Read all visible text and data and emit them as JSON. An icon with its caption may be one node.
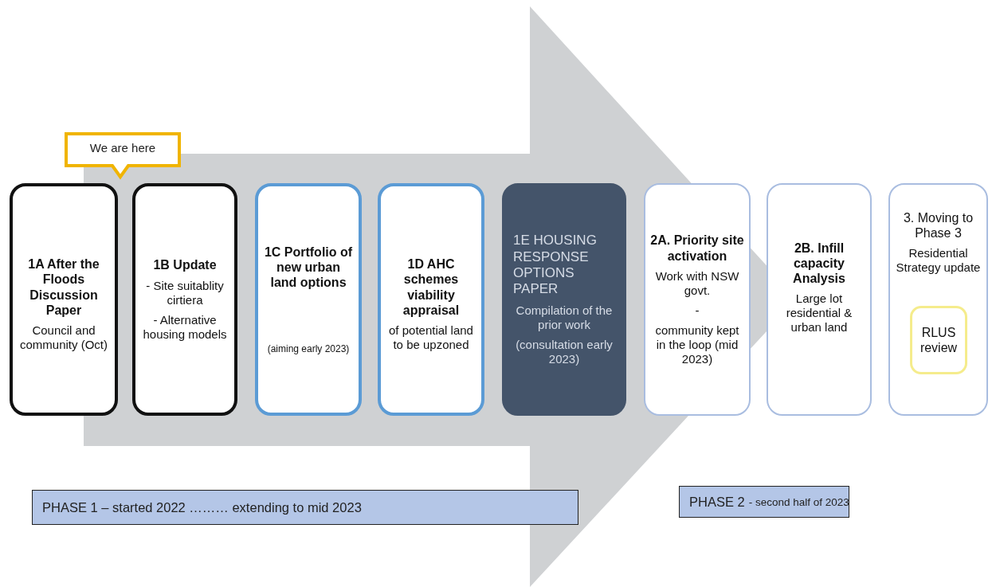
{
  "diagram": {
    "nodes": [
      {
        "text": [
          "We are here"
        ]
      },
      {
        "text": [
          "1A After the Floods Discussion Paper",
          "Council and community (Oct)"
        ]
      },
      {
        "text": [
          "1B Update",
          "- Site suitablity cirtiera",
          "- Alternative housing models"
        ]
      },
      {
        "text": [
          "1C Portfolio of new urban land options",
          "(aiming early 2023)"
        ]
      },
      {
        "text": [
          "1D AHC schemes viability appraisal",
          "of potential land to be upzoned"
        ]
      },
      {
        "text": [
          "1E HOUSING RESPONSE OPTIONS PAPER",
          "Compilation of the prior work",
          "(consultation early 2023)"
        ]
      },
      {
        "text": [
          "2A. Priority site activation",
          "Work with NSW govt.",
          "-",
          "community kept in the loop (mid 2023)"
        ]
      },
      {
        "text": [
          "2B. Infill capacity Analysis",
          "Large lot residential & urban land"
        ]
      },
      {
        "text": [
          "3. Moving to Phase 3",
          "Residential Strategy update"
        ]
      },
      {
        "text": [
          "RLUS review"
        ],
        "in": 8
      },
      {
        "text": [
          "PHASE 1 – started 2022 ……… extending to mid 2023"
        ]
      },
      {
        "text": [
          "PHASE 2",
          "- second half of 2023"
        ]
      }
    ],
    "edges": [
      {
        "from": 1,
        "to": 8,
        "arrow": "to",
        "style": "thick",
        "color": "#cfd1d3"
      }
    ]
  }
}
